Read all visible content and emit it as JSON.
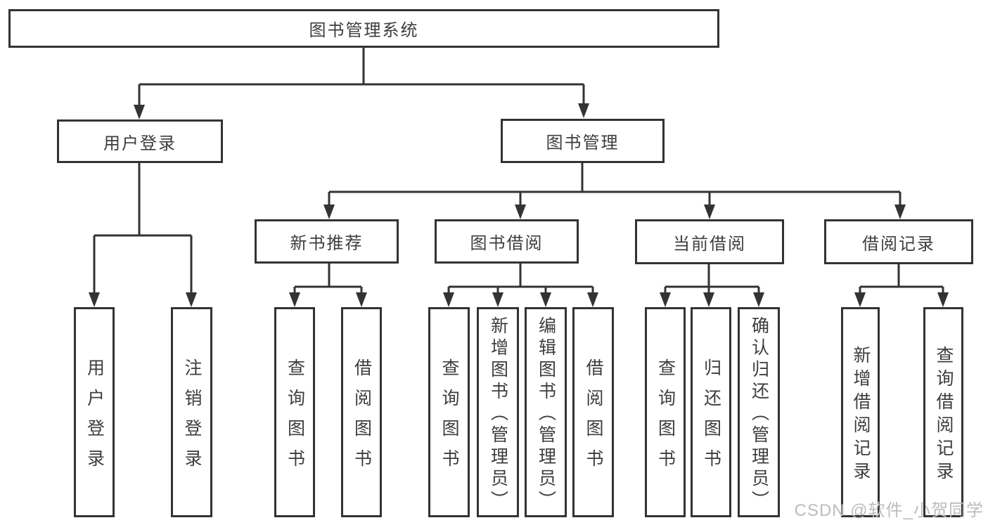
{
  "diagram": {
    "root": {
      "label": "图书管理系统"
    },
    "level2": [
      {
        "label": "用户登录"
      },
      {
        "label": "图书管理"
      }
    ],
    "level3": [
      {
        "label": "新书推荐"
      },
      {
        "label": "图书借阅"
      },
      {
        "label": "当前借阅"
      },
      {
        "label": "借阅记录"
      }
    ],
    "leaves": {
      "user_login": [
        "用户登录",
        "注销登录"
      ],
      "new_book": [
        "查询图书",
        "借阅图书"
      ],
      "book_borrow": [
        "查询图书",
        "新增图书（管理员）",
        "编辑图书（管理员）",
        "借阅图书"
      ],
      "current_borrow": [
        "查询图书",
        "归还图书",
        "确认归还（管理员）"
      ],
      "borrow_records": [
        "新增借阅记录",
        "查询借阅记录"
      ]
    }
  },
  "watermark": "CSDN @软件_小贺同学",
  "colors": {
    "line": "#333333",
    "text": "#3d3d3d",
    "background": "#ffffff",
    "watermark": "#bcbcbc"
  }
}
